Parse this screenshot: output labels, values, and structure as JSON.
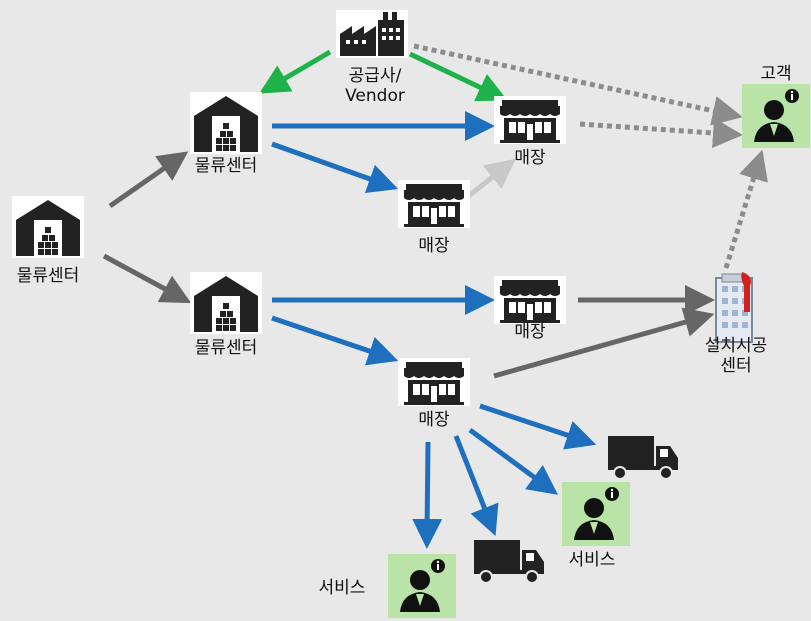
{
  "labels": {
    "supplier": "공급사/\nVendor",
    "customer": "고객",
    "dc_main": "물류센터",
    "dc_top": "물류센터",
    "dc_bottom": "물류센터",
    "store_top": "매장",
    "store_mid_upper": "매장",
    "store_mid_lower": "매장",
    "store_bottom": "매장",
    "install_center": "설치시공\n센터",
    "service_right": "서비스",
    "service_left": "서비스"
  },
  "icons": {
    "supplier": "factory-icon",
    "warehouse": "warehouse-icon",
    "store": "store-icon",
    "customer": "customer-info-icon",
    "install_center": "install-center-icon",
    "truck": "delivery-truck-icon"
  },
  "colors": {
    "background": "#e8e8e8",
    "green_arrow": "#1fb24a",
    "blue_arrow": "#1f6fbf",
    "gray_arrow": "#666666",
    "light_gray_arrow": "#c8c8c8",
    "dotted_arrow": "#8c8c8c",
    "customer_bg": "#b9e3a7"
  }
}
